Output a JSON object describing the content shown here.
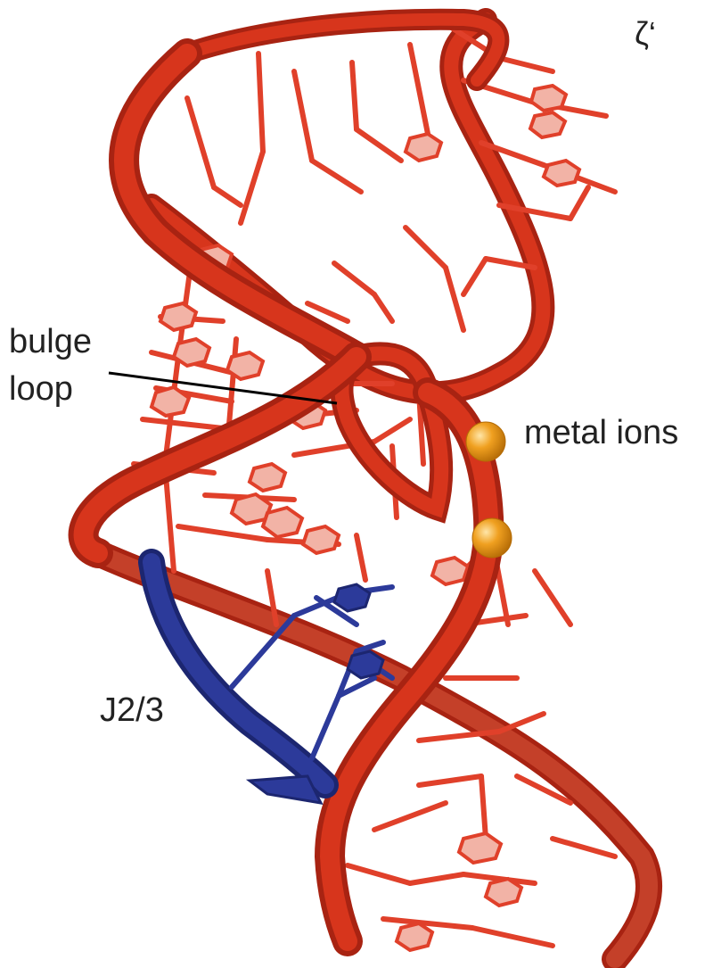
{
  "labels": {
    "zeta": "ζ‘",
    "bulge_line1": "bulge",
    "bulge_line2": "loop",
    "metal_ions": "metal ions",
    "j23": "J2/3"
  },
  "colors": {
    "rna_backbone": "#d7351c",
    "rna_backbone_dark": "#a82312",
    "rna_bases": "#e0402a",
    "base_ring_fill": "#f2b3a6",
    "j23_strand": "#2c3a9a",
    "j23_strand_dark": "#1c2670",
    "metal_ion": "#f0a020",
    "metal_ion_dark": "#b56c06",
    "annotation_line": "#000000"
  },
  "icons": {
    "rna_model": "rna-tertiary-structure",
    "metal_ion": "sphere"
  }
}
